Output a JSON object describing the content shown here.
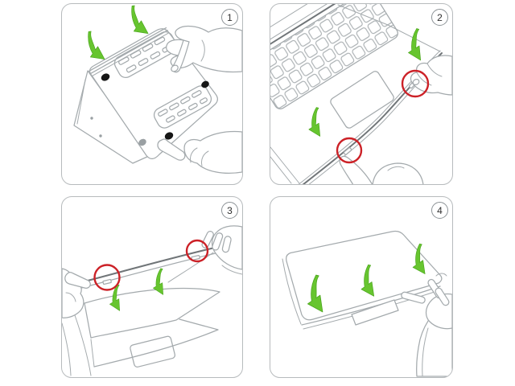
{
  "sheet": {
    "background": "#ffffff",
    "panel_border": "#b7bbbd",
    "line": "#a4aaad",
    "line_dark": "#707578",
    "arrow_green": "#67c52f",
    "highlight_red": "#cc2127",
    "foot_black": "#161616",
    "badge_border": "#8c9296",
    "badge_text": "#2e2e2e"
  },
  "icons": {
    "press_arrow": "curved-green-arrow",
    "clip_highlight": "red-circle-ring",
    "step_badge": "circled-number"
  },
  "panels": [
    {
      "step": "1"
    },
    {
      "step": "2"
    },
    {
      "step": "3"
    },
    {
      "step": "4"
    }
  ]
}
